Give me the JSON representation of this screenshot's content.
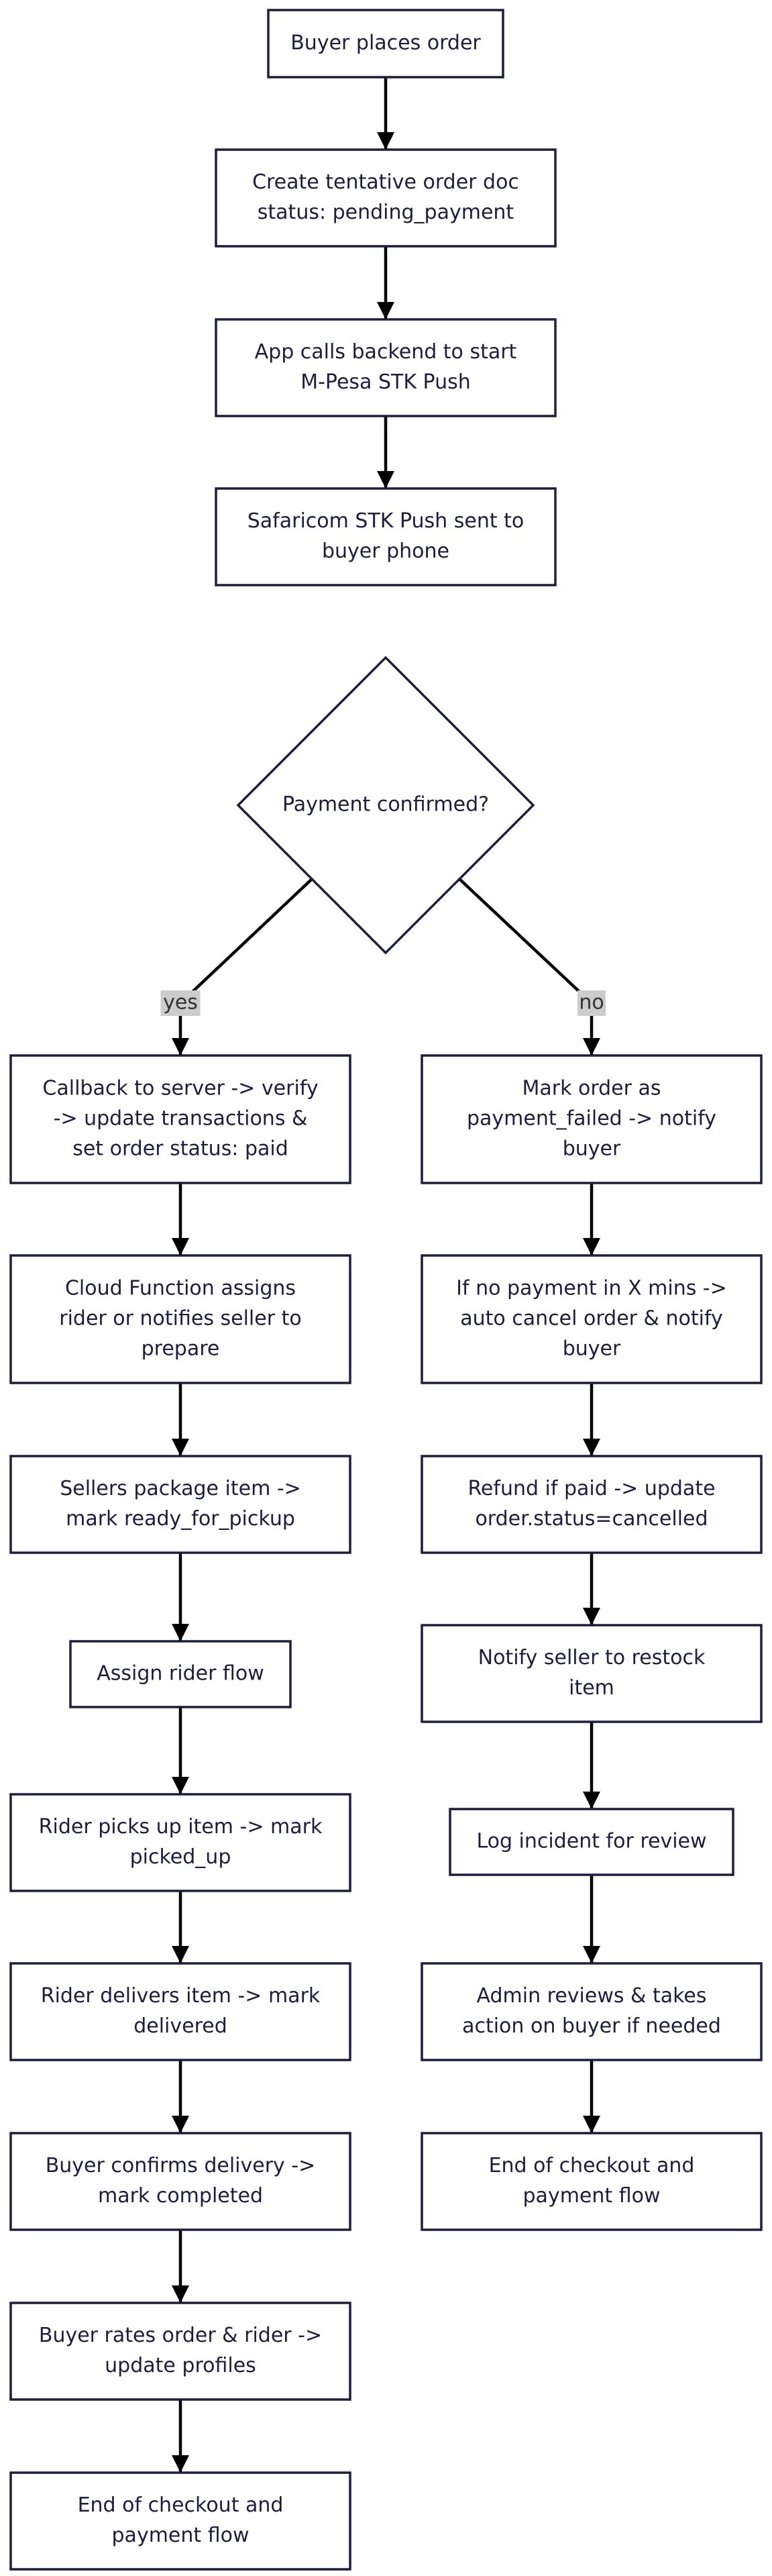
{
  "nodes": {
    "buyer_places_order": [
      "Buyer places order"
    ],
    "create_tentative_order": [
      "Create tentative order doc",
      "status: pending_payment"
    ],
    "app_calls_backend": [
      "App calls backend to start",
      "M-Pesa STK Push"
    ],
    "stk_push_sent": [
      "Safaricom STK Push sent to",
      "buyer phone"
    ],
    "payment_confirmed": [
      "Payment confirmed?"
    ],
    "callback_to_server": [
      "Callback to server -> verify",
      "-> update transactions &",
      "set order status: paid"
    ],
    "cloud_function_assigns": [
      "Cloud Function assigns",
      "rider or notifies seller to",
      "prepare"
    ],
    "sellers_package_item": [
      "Sellers package item ->",
      "mark ready_for_pickup"
    ],
    "assign_rider_flow": [
      "Assign rider flow"
    ],
    "rider_picks_up": [
      "Rider picks up item -> mark",
      "picked_up"
    ],
    "rider_delivers": [
      "Rider delivers item -> mark",
      "delivered"
    ],
    "buyer_confirms": [
      "Buyer confirms delivery ->",
      "mark completed"
    ],
    "buyer_rates": [
      "Buyer rates order & rider ->",
      "update profiles"
    ],
    "end_yes": [
      "End of checkout and",
      "payment flow"
    ],
    "mark_payment_failed": [
      "Mark order as",
      "payment_failed -> notify",
      "buyer"
    ],
    "no_payment_timeout": [
      "If no payment in X mins ->",
      "auto cancel order & notify",
      "buyer"
    ],
    "refund_if_paid": [
      "Refund if paid -> update",
      "order.status=cancelled"
    ],
    "notify_seller_restock": [
      "Notify seller to restock",
      "item"
    ],
    "log_incident": [
      "Log incident for review"
    ],
    "admin_reviews": [
      "Admin reviews & takes",
      "action on buyer if needed"
    ],
    "end_no": [
      "End of checkout and",
      "payment flow"
    ]
  },
  "edge_labels": {
    "yes": "yes",
    "no": "no"
  },
  "colors": {
    "node_stroke": "#1f1d3f",
    "node_fill": "#ffffff",
    "edge": "#000000",
    "label_bg": "#cccccc"
  }
}
